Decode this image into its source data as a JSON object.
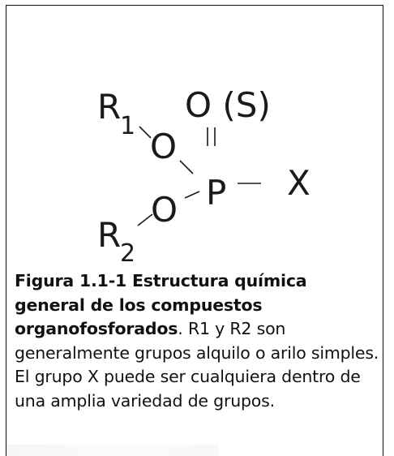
{
  "figure": {
    "labels": {
      "r1": "R",
      "r1_sub": "1",
      "r2": "R",
      "r2_sub": "2",
      "o_top": "O",
      "o_bottom": "O",
      "o_double": "O (S)",
      "p": "P",
      "x": "X"
    },
    "caption": {
      "bold": "Figura 1.1-1 Estructura química general de los compuestos organofosforados",
      "bold_end": ".",
      "text": " R1 y R2 son generalmente grupos alquilo o arilo simples. El grupo X puede ser cualquiera dentro de una amplia variedad de grupos."
    },
    "colors": {
      "ink": "#1a1a1a",
      "border": "#111111",
      "background": "#ffffff"
    }
  }
}
